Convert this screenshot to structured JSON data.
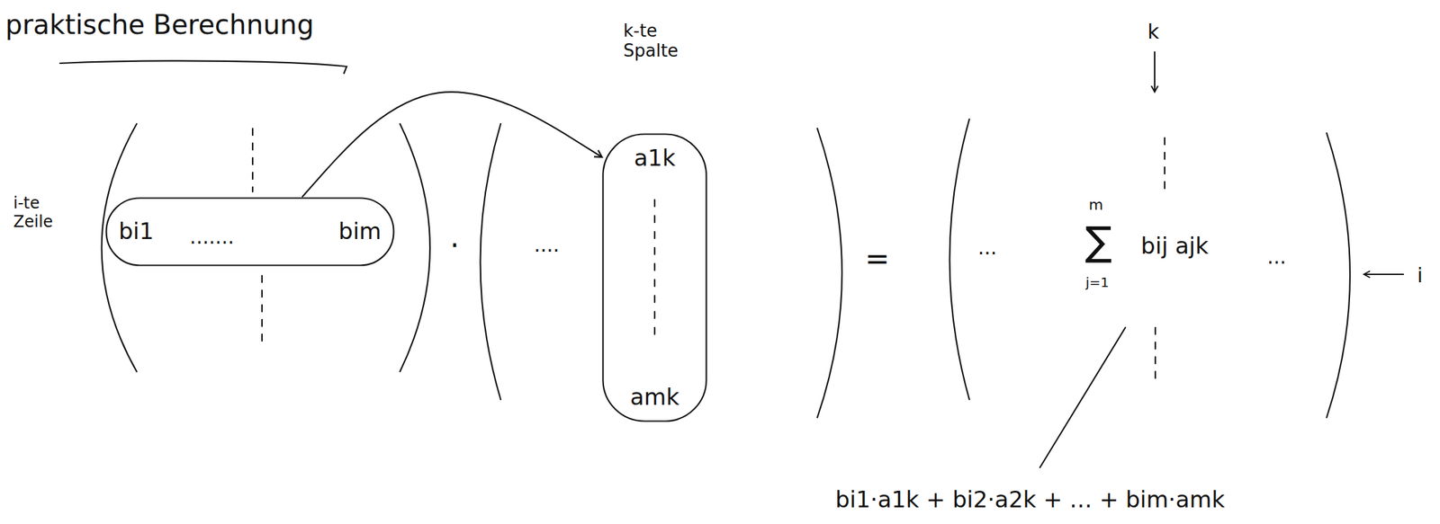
{
  "diagram": {
    "title": "praktische Berechnung",
    "nodes": [
      {
        "text": [
          "bi1",
          "bim"
        ]
      },
      {
        "text": [
          "a1k",
          "amk"
        ]
      }
    ],
    "edges": [
      {
        "from": 0,
        "to": 1,
        "arrow": "to"
      }
    ],
    "labels": [
      "i-te Zeile",
      ".......",
      "·",
      "....",
      "k-te Spalte",
      "=",
      "k",
      "...",
      "m",
      "∑",
      "j=1",
      "bij ajk",
      "...",
      "i",
      "bi1·a1k + bi2·a2k + … + bim·amk"
    ]
  }
}
